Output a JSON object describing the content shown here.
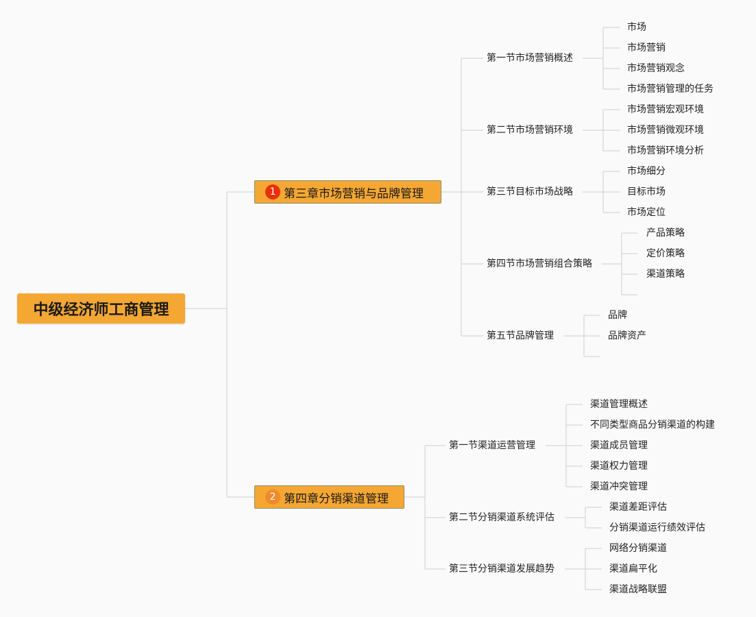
{
  "root": {
    "label": "中级经济师工商管理"
  },
  "chapters": [
    {
      "number": "1",
      "label": "第三章市场营销与品牌管理",
      "sections": [
        {
          "label": "第一节市场营销概述",
          "items": [
            "市场",
            "市场营销",
            "市场营销观念",
            "市场营销管理的任务"
          ]
        },
        {
          "label": "第二节市场营销环境",
          "items": [
            "市场营销宏观环境",
            "市场营销微观环境",
            "市场营销环境分析"
          ]
        },
        {
          "label": "第三节目标市场战略",
          "items": [
            "市场细分",
            "目标市场",
            "市场定位"
          ]
        },
        {
          "label": "第四节市场营销组合策略",
          "items": [
            "产品策略",
            "定价策略",
            "渠道策略",
            ""
          ]
        },
        {
          "label": "第五节品牌管理",
          "items": [
            "品牌",
            "品牌资产",
            ""
          ]
        }
      ]
    },
    {
      "number": "2",
      "label": "第四章分销渠道管理",
      "sections": [
        {
          "label": "第一节渠道运营管理",
          "items": [
            "渠道管理概述",
            "不同类型商品分销渠道的构建",
            "渠道成员管理",
            "渠道权力管理",
            "渠道冲突管理"
          ]
        },
        {
          "label": "第二节分销渠道系统评估",
          "items": [
            "渠道差距评估",
            "分销渠道运行绩效评估"
          ]
        },
        {
          "label": "第三节分销渠道发展趋势",
          "items": [
            "网络分销渠道",
            "渠道扁平化",
            "渠道战略联盟"
          ]
        }
      ]
    }
  ]
}
